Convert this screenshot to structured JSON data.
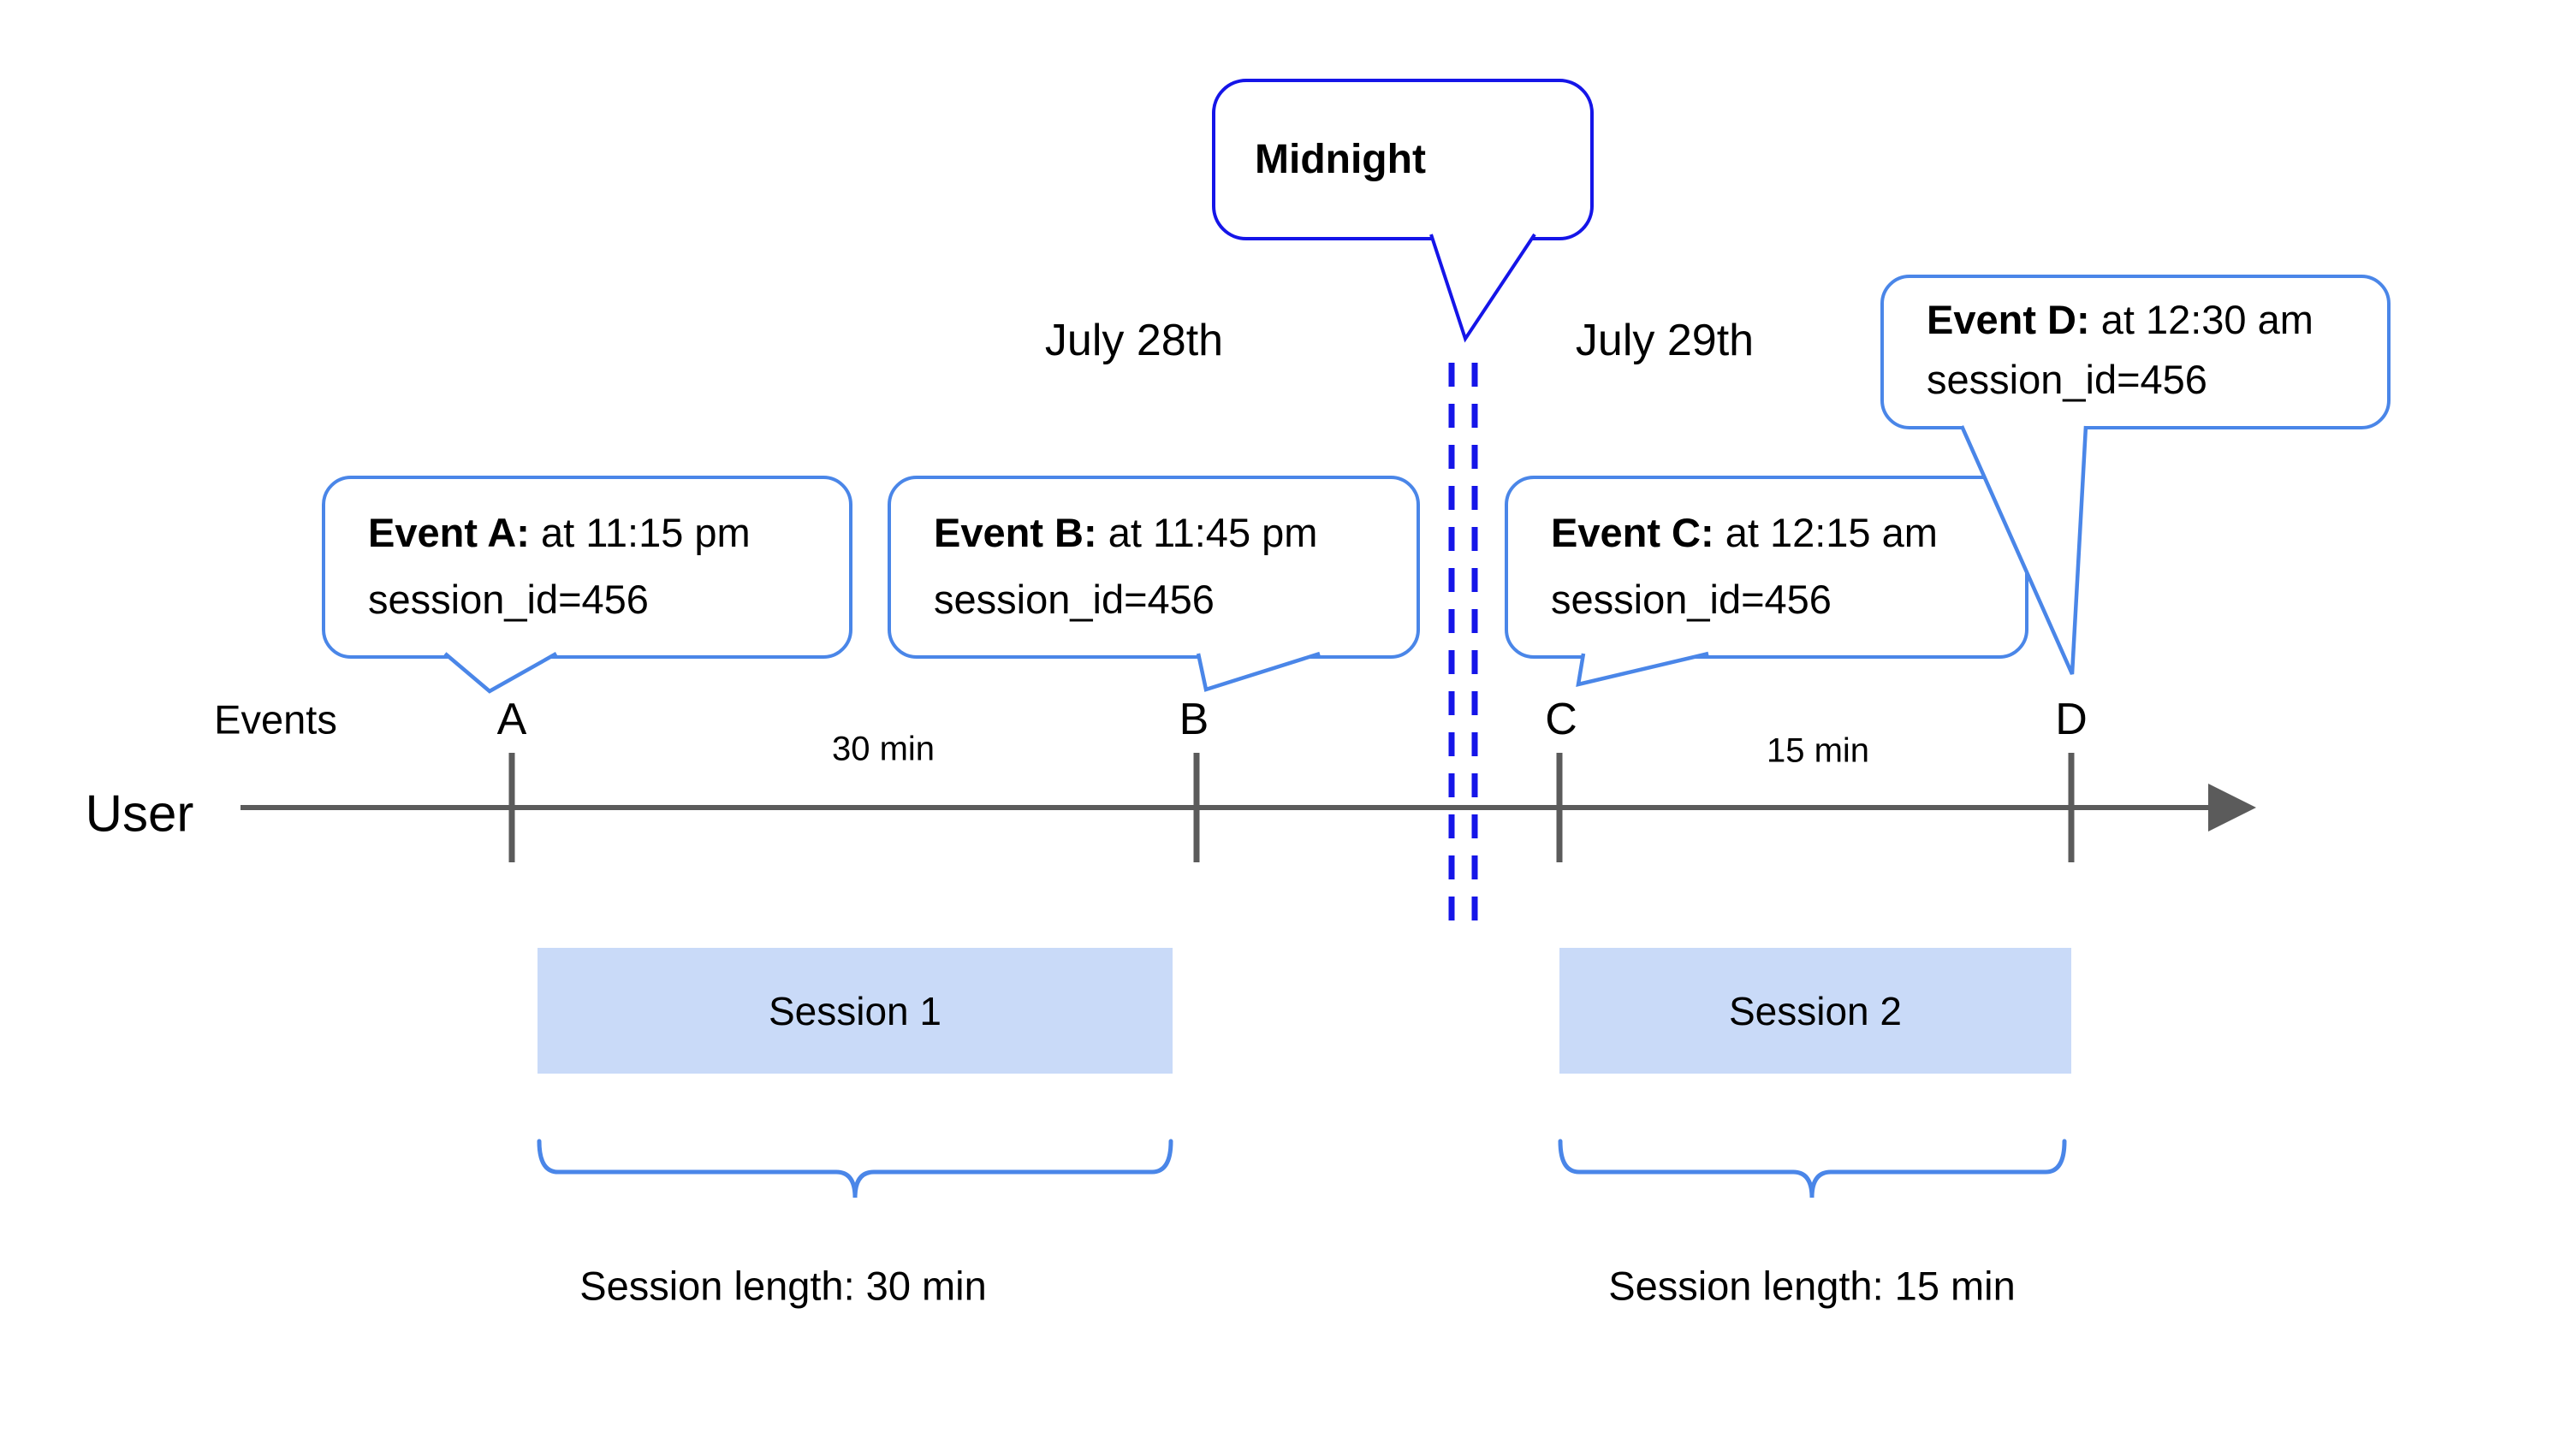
{
  "colors": {
    "callout_blue": "#4a86e8",
    "midnight_blue": "#1515e8",
    "axis_gray": "#5b5b5b",
    "session_fill": "#c9daf8"
  },
  "dates": {
    "left": "July 28th",
    "right": "July 29th"
  },
  "midnight": {
    "label": "Midnight"
  },
  "axis": {
    "events_label": "Events",
    "user_label": "User"
  },
  "markers": [
    {
      "letter": "A"
    },
    {
      "letter": "B"
    },
    {
      "letter": "C"
    },
    {
      "letter": "D"
    }
  ],
  "gaps": [
    {
      "label": "30 min"
    },
    {
      "label": "15 min"
    }
  ],
  "callouts": [
    {
      "title": "Event A:",
      "time": " at 11:15 pm",
      "session": "session_id=456"
    },
    {
      "title": "Event B:",
      "time": " at 11:45 pm",
      "session": "session_id=456"
    },
    {
      "title": "Event C:",
      "time": " at 12:15 am",
      "session": "session_id=456"
    },
    {
      "title": "Event D:",
      "time": " at 12:30 am",
      "session": "session_id=456"
    }
  ],
  "sessions": [
    {
      "name": "Session 1",
      "length": "Session length: 30 min"
    },
    {
      "name": "Session 2",
      "length": "Session length: 15 min"
    }
  ]
}
